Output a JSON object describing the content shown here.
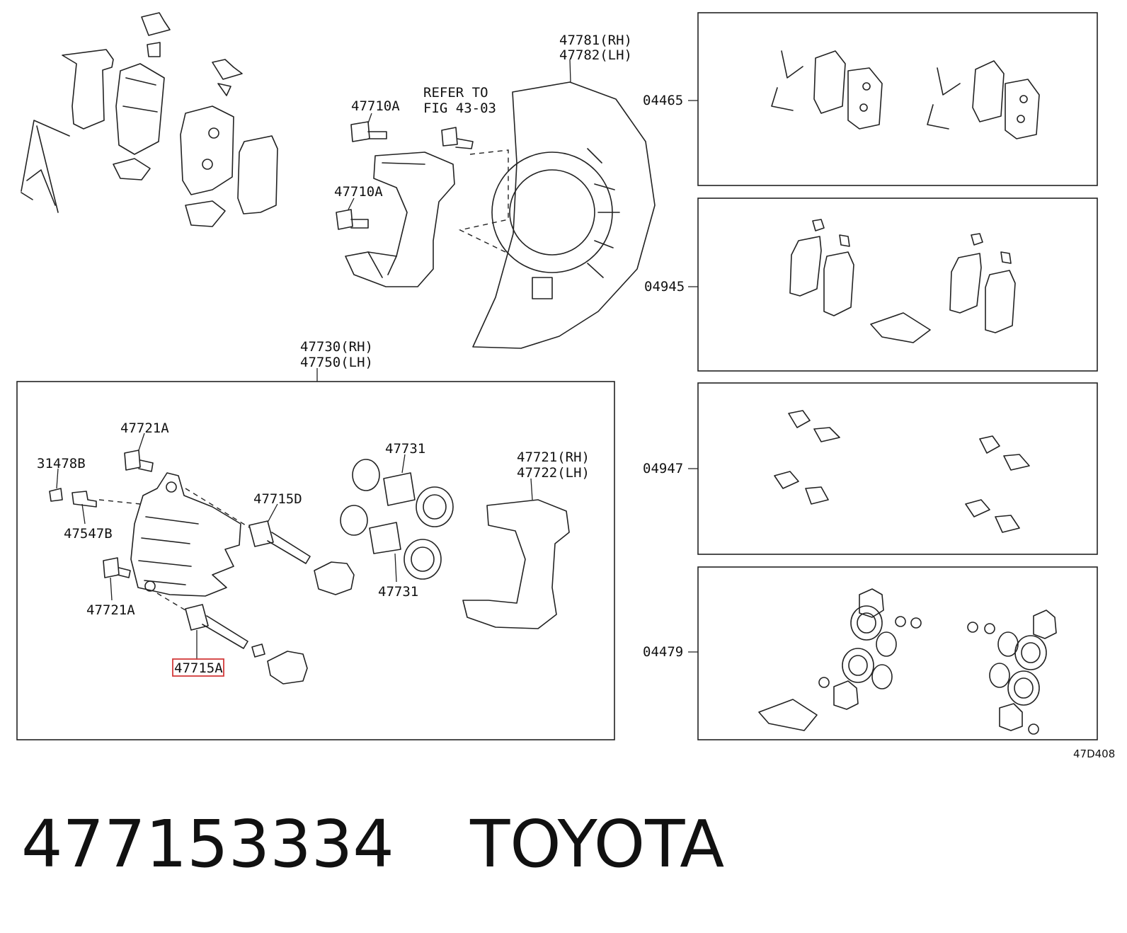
{
  "labels": {
    "shield_rh": "47781(RH)",
    "shield_lh": "47782(LH)",
    "refer_line1": "REFER TO",
    "refer_line2": "FIG 43-03",
    "bolt_upper": "47710A",
    "bolt_lower": "47710A",
    "caliper_rh": "47730(RH)",
    "caliper_lh": "47750(LH)",
    "bolt_47721a_top": "47721A",
    "cap_31478b": "31478B",
    "bleeder_47547b": "47547B",
    "bolt_47721a_bottom": "47721A",
    "pin_47715d": "47715D",
    "pin_47715a": "47715A",
    "piston_top": "47731",
    "piston_bottom": "47731",
    "mounting_rh": "47721(RH)",
    "mounting_lh": "47722(LH)",
    "kit_04465": "04465",
    "kit_04945": "04945",
    "kit_04947": "04947",
    "kit_04479": "04479",
    "figure_code": "47D408"
  },
  "highlight": {
    "label": "47715A",
    "color": "#d33a3a"
  },
  "caption": {
    "part_number": "477153334",
    "brand": "TOYOTA"
  }
}
